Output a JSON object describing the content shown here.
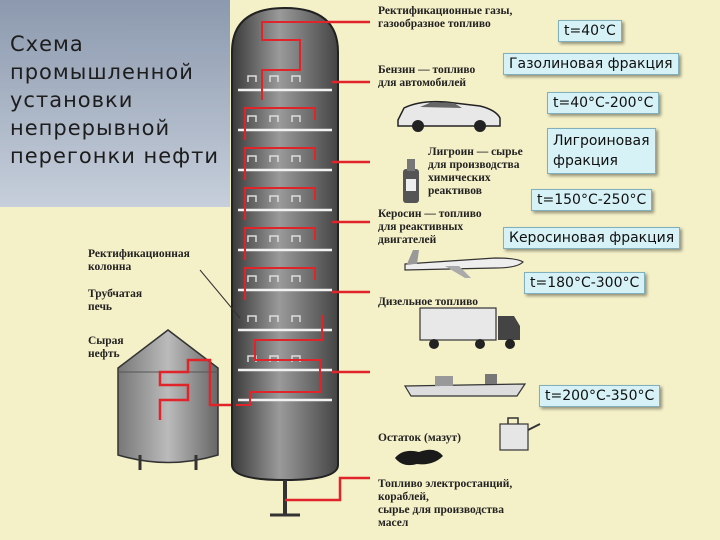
{
  "title": {
    "lines": [
      "Схема",
      "промышленной",
      "установки",
      "непрерывной",
      "перегонки нефти"
    ]
  },
  "left_labels": {
    "column": [
      "Ректификационная",
      "колонна"
    ],
    "furnace": [
      "Трубчатая",
      "печь"
    ],
    "crude": [
      "Сырая",
      "нефть"
    ]
  },
  "products": [
    [
      "Ректификационные газы,",
      "газообразное топливо"
    ],
    [
      "Бензин — топливо",
      "для автомобилей"
    ],
    [
      "Лигроин — сырье",
      "для производства",
      "химических",
      "реактивов"
    ],
    [
      "Керосин — топливо",
      "для реактивных",
      "двигателей"
    ],
    [
      "Дизельное топливо"
    ],
    [
      "Остаток (мазут)"
    ],
    [
      "Топливо электростанций,",
      "кораблей,",
      "сырье для производства",
      "масел"
    ]
  ],
  "tags": {
    "t1": [
      "t=40°C"
    ],
    "gasoline": [
      "Газолиновая фракция"
    ],
    "t2": [
      "t=40°C-200°C"
    ],
    "naphtha": [
      "Лигроиновая",
      "фракция"
    ],
    "t3": [
      "t=150°C-250°C"
    ],
    "kerosene": [
      "Керосиновая фракция"
    ],
    "t4": [
      "t=180°C-300°C"
    ],
    "t5": [
      "t=200°C-350°C"
    ]
  },
  "icons": [
    "car-icon",
    "bottle-icon",
    "airplane-icon",
    "truck-icon",
    "ship-icon",
    "oil-can-icon",
    "oil-spill-icon"
  ],
  "colors": {
    "pipe": "#e0242a",
    "column": "#5c5c5c",
    "tag_bg": "#d6f2f6",
    "title_bg": "#9aa6ba"
  }
}
